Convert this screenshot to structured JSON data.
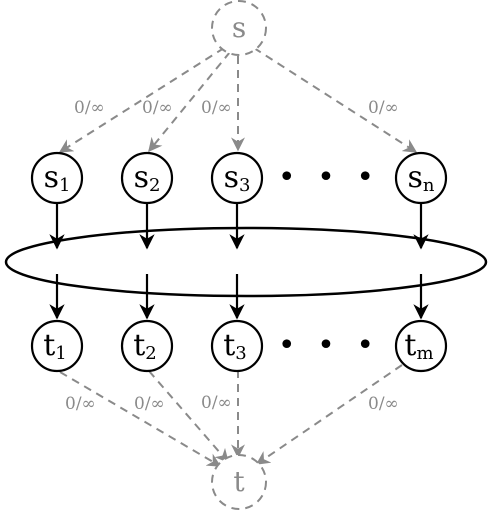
{
  "source": {
    "label": "s"
  },
  "sink": {
    "label": "t"
  },
  "sources": [
    {
      "base": "s",
      "sub": "1"
    },
    {
      "base": "s",
      "sub": "2"
    },
    {
      "base": "s",
      "sub": "3"
    },
    {
      "base": "s",
      "sub": "n"
    }
  ],
  "sinks": [
    {
      "base": "t",
      "sub": "1"
    },
    {
      "base": "t",
      "sub": "2"
    },
    {
      "base": "t",
      "sub": "3"
    },
    {
      "base": "t",
      "sub": "m"
    }
  ],
  "ellipsis": "• • •",
  "edge_label": "0/∞",
  "colors": {
    "black": "#000000",
    "gray": "#8a8a8a"
  }
}
